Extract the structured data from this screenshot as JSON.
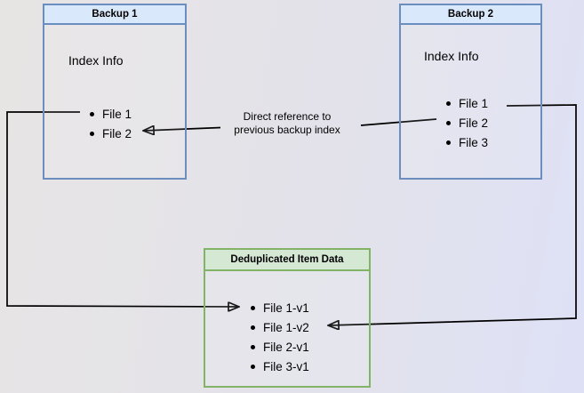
{
  "canvas": {
    "background_gradient": [
      "#e7e5e4",
      "#e3e2ea",
      "#dee1f6"
    ]
  },
  "nodes": {
    "backup1": {
      "title": "Backup 1",
      "section_label": "Index Info",
      "items": [
        "File 1",
        "File 2"
      ],
      "header_fill": "#dae8fc",
      "border_color": "#6c8ebf"
    },
    "backup2": {
      "title": "Backup 2",
      "section_label": "Index Info",
      "items": [
        "File 1",
        "File 2",
        "File 3"
      ],
      "header_fill": "#dae8fc",
      "border_color": "#6c8ebf"
    },
    "dedup": {
      "title": "Deduplicated Item Data",
      "items": [
        "File 1-v1",
        "File 1-v2",
        "File 2-v1",
        "File 3-v1"
      ],
      "header_fill": "#d5e8d4",
      "border_color": "#82b366"
    }
  },
  "edges": {
    "color": "#000000",
    "direct_reference_label": {
      "line1": "Direct reference to",
      "line2": "previous backup index"
    }
  }
}
